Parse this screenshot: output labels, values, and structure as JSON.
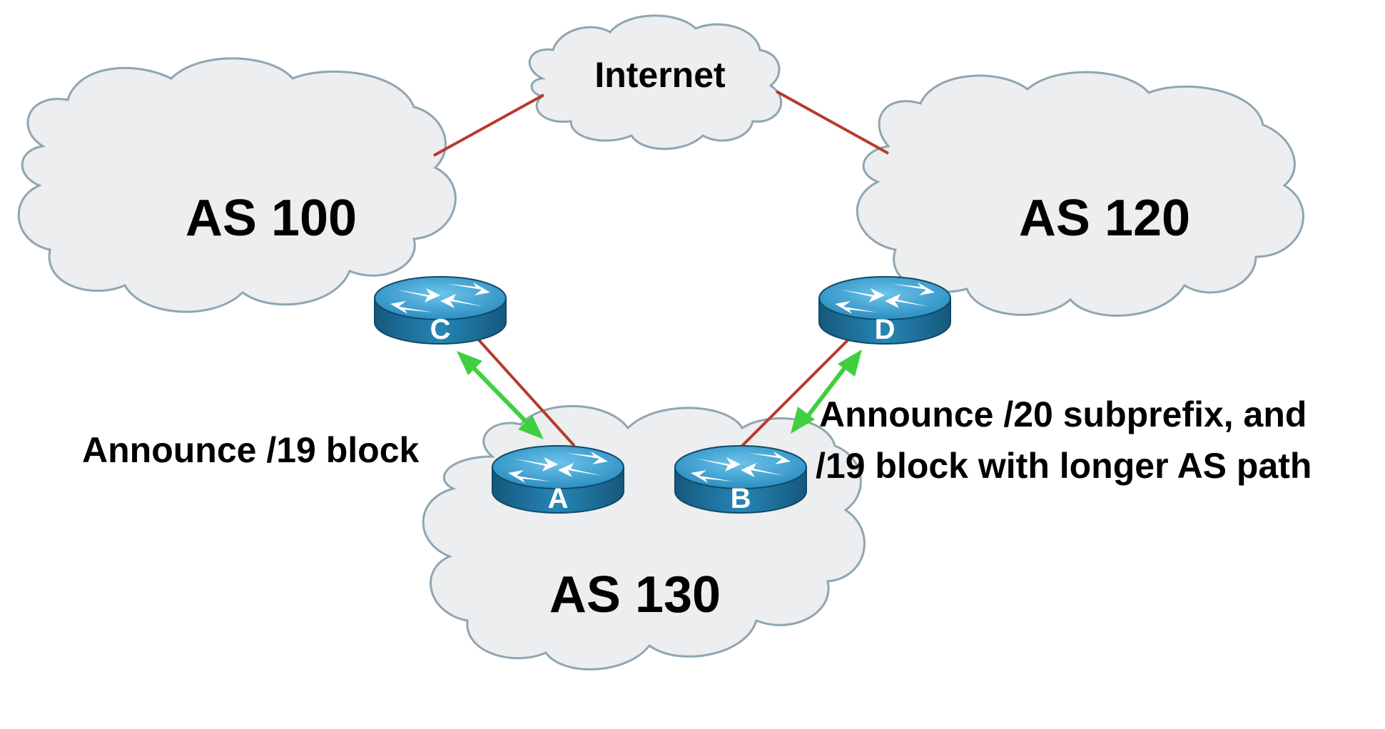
{
  "diagram": {
    "clouds": {
      "internet": "Internet",
      "as100": "AS 100",
      "as120": "AS 120",
      "as130": "AS 130"
    },
    "routers": {
      "a": "A",
      "b": "B",
      "c": "C",
      "d": "D"
    },
    "annotations": {
      "left": "Announce /19 block",
      "right_line1": "Announce /20 subprefix, and",
      "right_line2": "/19 block with longer AS path"
    },
    "colors": {
      "cloud_fill": "#eceeef",
      "cloud_stroke": "#8fa6b1",
      "link": "#b83a2c",
      "arrow": "#3fcf3f",
      "router_top": "#3aa0d0",
      "router_side": "#1b6f9a"
    }
  }
}
